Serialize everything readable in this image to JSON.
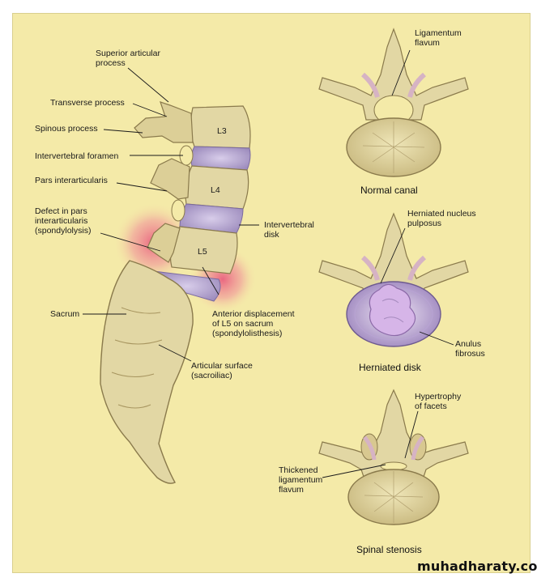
{
  "colors": {
    "background": "#f4eaa8",
    "bone": "#e2d7a4",
    "bone_shade": "#b9a774",
    "disk": "#bdaed4",
    "inflammation": "#e8507a",
    "nucleus": "#d6b5e8",
    "ligament": "#d6b3c4"
  },
  "lateral_view": {
    "vertebra_labels": [
      "L3",
      "L4",
      "L5"
    ],
    "labels": {
      "superior_articular": "Superior articular\nprocess",
      "transverse": "Transverse process",
      "spinous": "Spinous process",
      "foramen": "Intervertebral foramen",
      "pars": "Pars interarticularis",
      "defect": "Defect in pars\ninterarticularis\n(spondylolysis)",
      "sacrum": "Sacrum",
      "intervertebral_disk": "Intervertebral\ndisk",
      "anterior_displacement": "Anterior displacement\nof L5 on sacrum\n(spondylolisthesis)",
      "articular_surface": "Articular surface\n(sacroiliac)"
    }
  },
  "normal_canal": {
    "caption": "Normal canal",
    "label_ligamentum": "Ligamentum\nflavum"
  },
  "herniated_disk": {
    "caption": "Herniated disk",
    "label_nucleus": "Herniated nucleus\npulposus",
    "label_anulus": "Anulus\nfibrosus"
  },
  "spinal_stenosis": {
    "caption": "Spinal stenosis",
    "label_hypertrophy": "Hypertrophy\nof facets",
    "label_thickened": "Thickened\nligamentum\nflavum"
  },
  "watermark": "muhadharaty.com"
}
